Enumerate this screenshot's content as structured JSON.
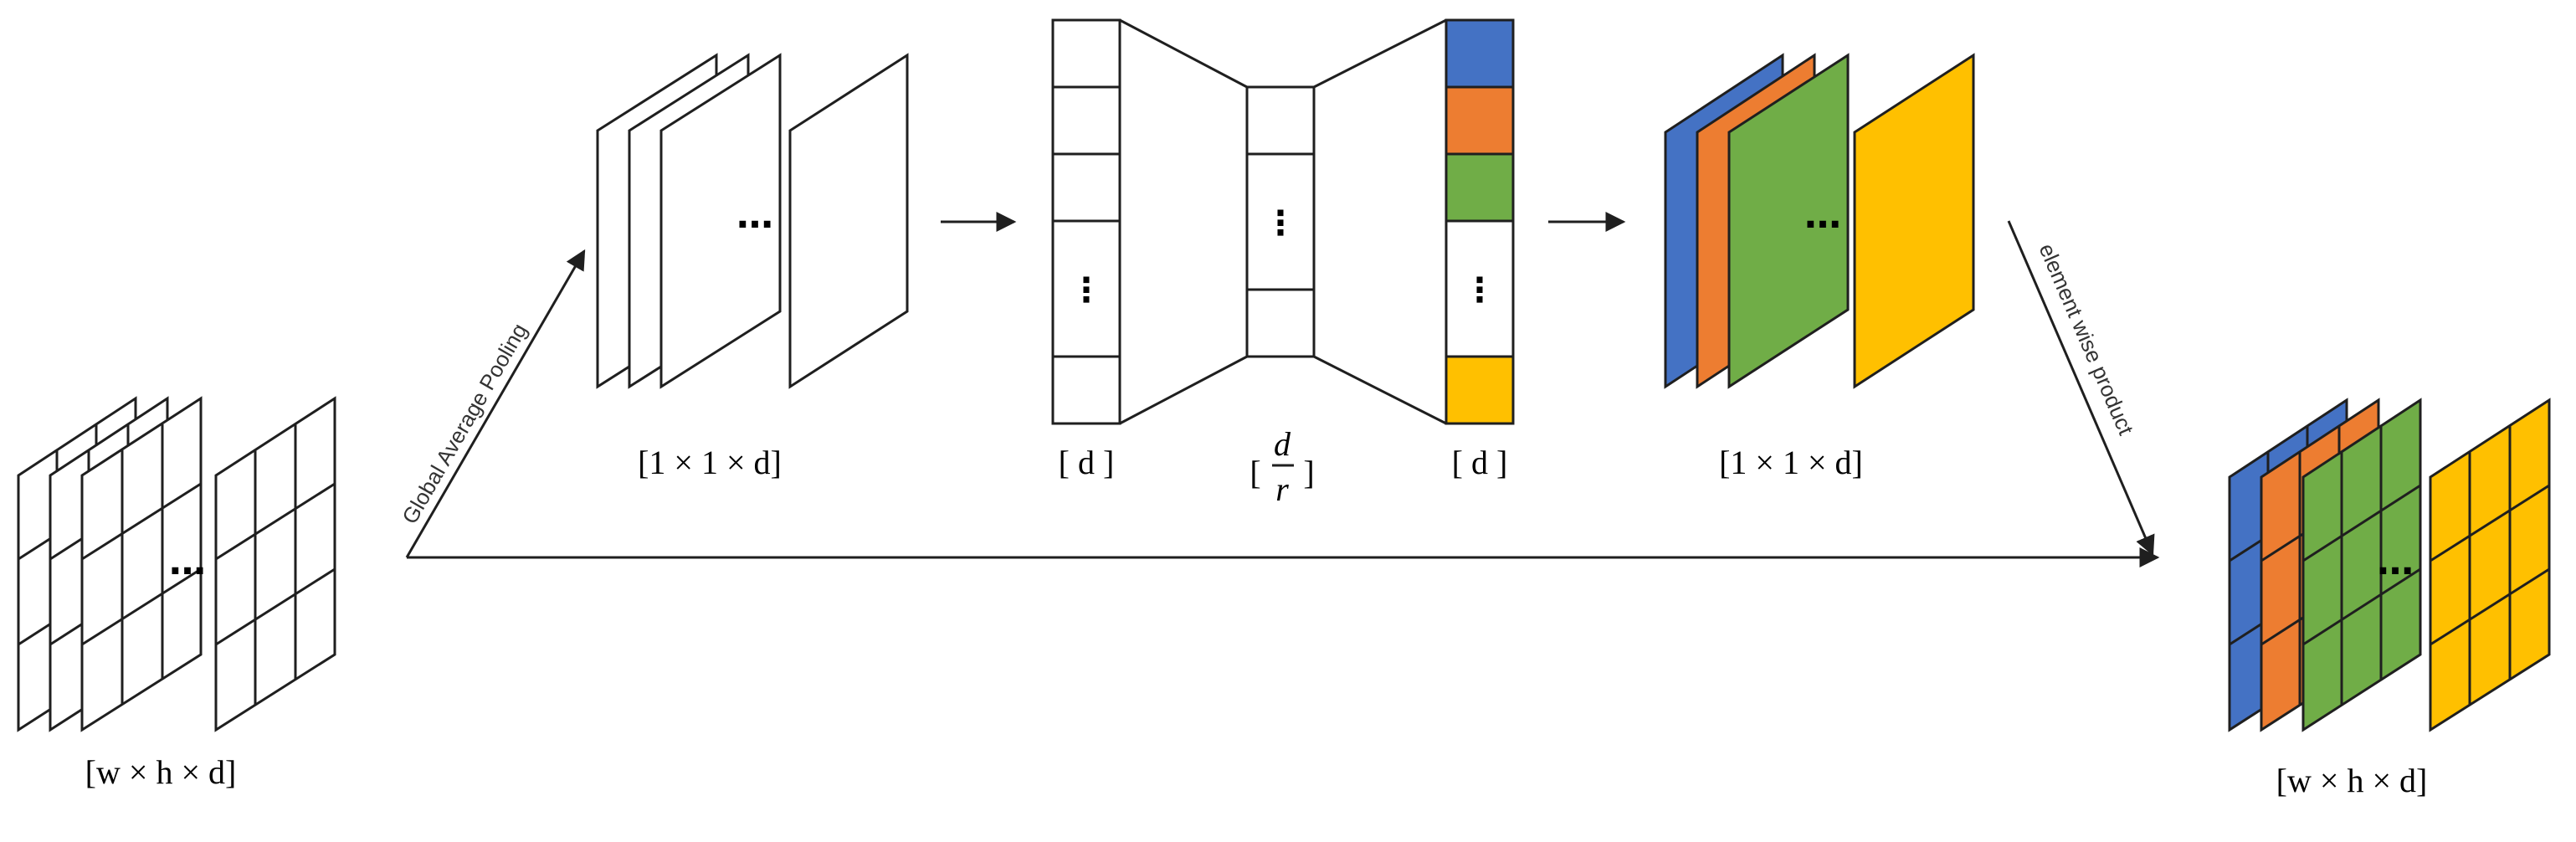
{
  "labels": {
    "input_dim_left": "[w × h × d]",
    "pooled_dim": "[1 × 1 × d]",
    "fc1_dim": "[ d ]",
    "fc_bottleneck_open": "[",
    "fc_bottleneck_num": "d",
    "fc_bottleneck_den": "r",
    "fc_bottleneck_close": "]",
    "fc2_dim": "[ d ]",
    "scaled_dim": "[1 × 1 × d]",
    "output_dim": "[w × h × d]"
  },
  "edge_labels": {
    "pooling": "Global Average Pooling",
    "product": "element wise product"
  },
  "ellipsis": "…",
  "vertical_ellipsis": "⋮",
  "colors": {
    "blue": "#4472c4",
    "orange": "#ed7d31",
    "green": "#70ad47",
    "yellow": "#ffc000",
    "line": "#1f1f1f"
  }
}
